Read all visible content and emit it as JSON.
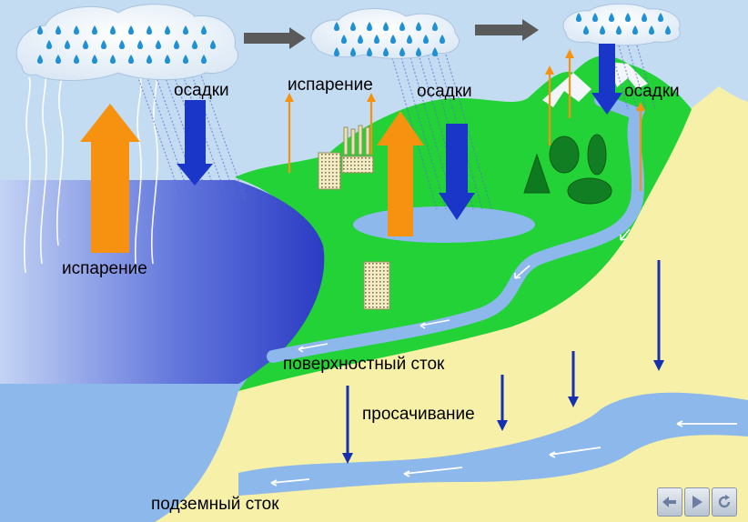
{
  "labels": {
    "evaporation_sea": "испарение",
    "precipitation_sea": "осадки",
    "evaporation_land": "испарение",
    "precipitation_land": "осадки",
    "precipitation_mountain": "осадки",
    "surface_runoff": "поверхностный сток",
    "infiltration": "просачивание",
    "underground_runoff": "подземный сток"
  },
  "navigation": {
    "back_icon": "arrow-left-icon",
    "forward_icon": "play-icon",
    "replay_icon": "refresh-icon"
  },
  "colors": {
    "sky": "#c4dcf2",
    "sea": "#3a4fd0",
    "land": "#22d236",
    "soil": "#f6f0a8",
    "groundwater": "#8cb8ec",
    "evaporation_arrow": "#f6920f",
    "precipitation_arrow": "#1a36c8",
    "infiltration_arrow": "#1630b0",
    "cloud_arrow": "#5a5a5a"
  }
}
